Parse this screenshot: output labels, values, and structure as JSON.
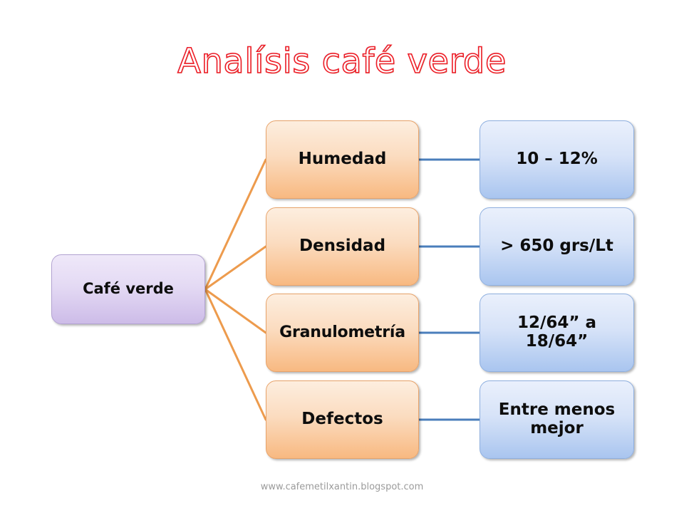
{
  "slide": {
    "title": "Analísis café verde",
    "title_color": "#ee1c25",
    "background": "#ffffff",
    "footer": "www.cafemetilxantin.blogspot.com",
    "footer_color": "#9b9b9b"
  },
  "diagram": {
    "type": "mind-map",
    "root": {
      "label": "Café verde",
      "fill_top": "#efe8f9",
      "fill_bottom": "#cdbce8",
      "border": "#b3a3d2"
    },
    "branch_connector_color": "#ed9b4d",
    "value_connector_color": "#4a7ebb",
    "category_style": {
      "fill_top": "#fdeedf",
      "fill_bottom": "#f8b981",
      "border": "#e8a36a"
    },
    "value_style": {
      "fill_top": "#eaf0fc",
      "fill_bottom": "#a9c5ef",
      "border": "#8fb0e0"
    },
    "rows": [
      {
        "category": "Humedad",
        "value": "10 – 12%"
      },
      {
        "category": "Densidad",
        "value": "> 650 grs/Lt"
      },
      {
        "category": "Granulometría",
        "value": "12/64” a 18/64”"
      },
      {
        "category": "Defectos",
        "value": "Entre menos mejor"
      }
    ]
  }
}
